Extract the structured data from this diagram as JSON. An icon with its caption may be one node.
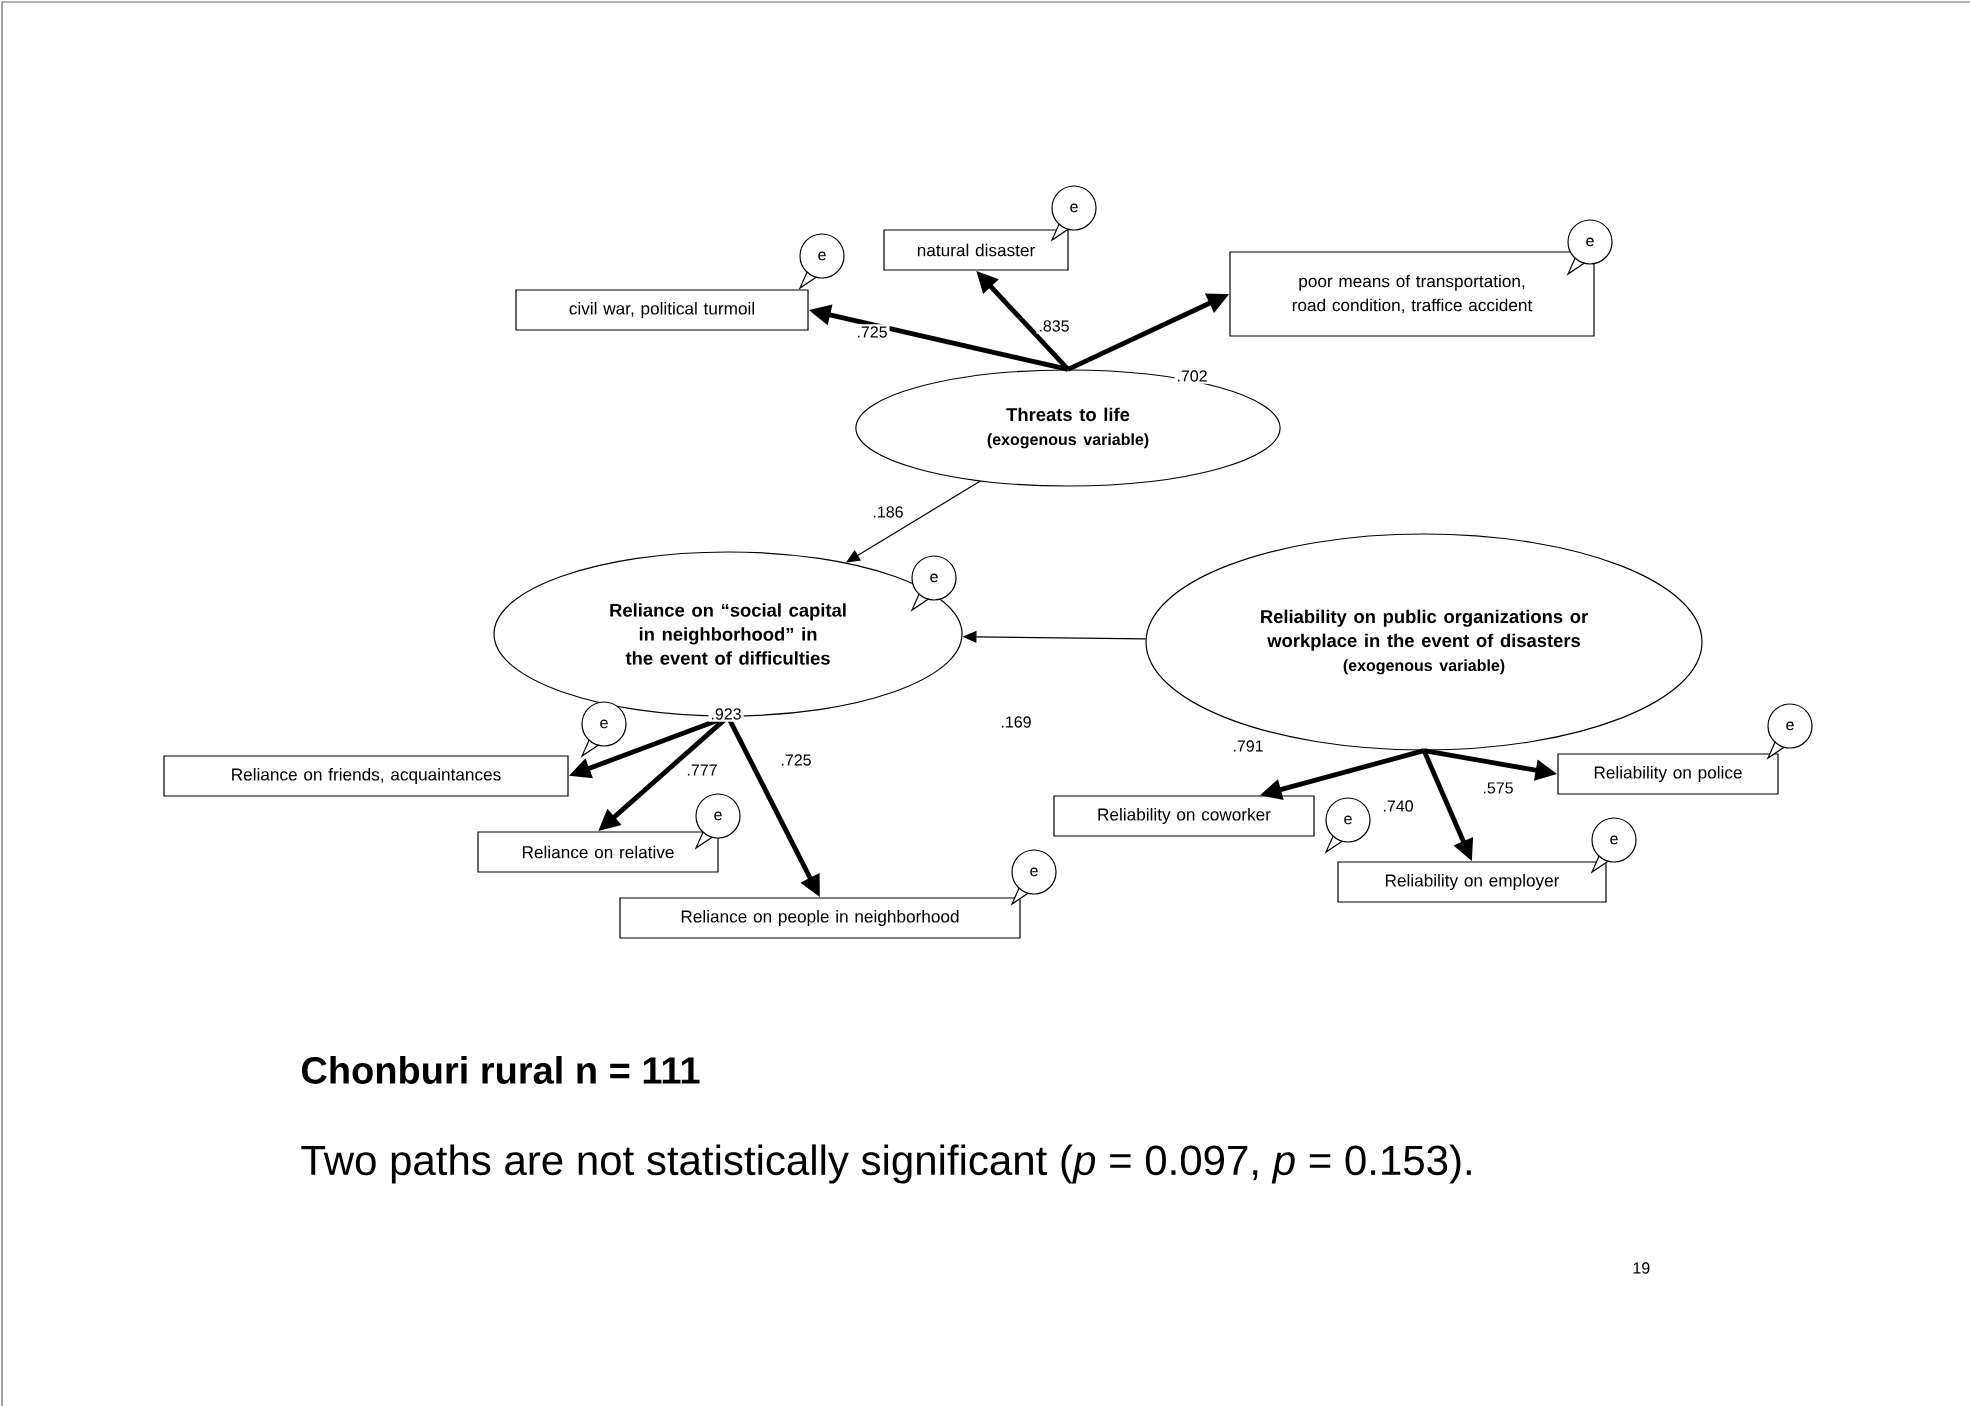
{
  "diagram": {
    "nodes": [
      {
        "text": [
          "civil war, political turmoil"
        ]
      },
      {
        "text": [
          "natural disaster"
        ]
      },
      {
        "text": [
          "poor means of transportation, road condition, traffice accident"
        ]
      },
      {
        "text": [
          "Threats to life",
          "(exogenous variable)"
        ]
      },
      {
        "text": [
          "Reliance on “social capital in neighborhood” in the event of difficulties"
        ]
      },
      {
        "text": [
          "Reliability on public organizations or workplace in the event of disasters",
          "(exogenous variable)"
        ]
      },
      {
        "text": [
          "Reliance on friends, acquaintances"
        ]
      },
      {
        "text": [
          "Reliance on relative"
        ]
      },
      {
        "text": [
          "Reliance on people in neighborhood"
        ]
      },
      {
        "text": [
          "Reliability on coworker"
        ]
      },
      {
        "text": [
          "Reliability on employer"
        ]
      },
      {
        "text": [
          "Reliability on police"
        ]
      },
      {
        "text": [
          "e"
        ]
      },
      {
        "text": [
          "e"
        ]
      },
      {
        "text": [
          "e"
        ]
      },
      {
        "text": [
          "e"
        ]
      },
      {
        "text": [
          "e"
        ]
      },
      {
        "text": [
          "e"
        ]
      },
      {
        "text": [
          "e"
        ]
      },
      {
        "text": [
          "e"
        ]
      },
      {
        "text": [
          "e"
        ]
      },
      {
        "text": [
          "e"
        ]
      }
    ],
    "edges": [
      {
        "from": 3,
        "to": 0,
        "arrow": "to",
        "label": ".725"
      },
      {
        "from": 3,
        "to": 1,
        "arrow": "to",
        "label": ".835"
      },
      {
        "from": 3,
        "to": 2,
        "arrow": "to",
        "label": ".702"
      },
      {
        "from": 3,
        "to": 4,
        "arrow": "to",
        "label": ".186"
      },
      {
        "from": 5,
        "to": 4,
        "arrow": "to",
        "label": ".169"
      },
      {
        "from": 4,
        "to": 6,
        "arrow": "to",
        "label": ".923"
      },
      {
        "from": 4,
        "to": 7,
        "arrow": "to",
        "label": ".777"
      },
      {
        "from": 4,
        "to": 8,
        "arrow": "to",
        "label": ".725"
      },
      {
        "from": 5,
        "to": 9,
        "arrow": "to",
        "label": ".791"
      },
      {
        "from": 5,
        "to": 10,
        "arrow": "to",
        "label": ".740"
      },
      {
        "from": 5,
        "to": 11,
        "arrow": "to",
        "label": ".575"
      }
    ],
    "labels": [
      "Chonburi rural   n = 111",
      "Two paths are not statistically significant (*p* = 0.097, *p* = 0.153).",
      "19"
    ]
  }
}
